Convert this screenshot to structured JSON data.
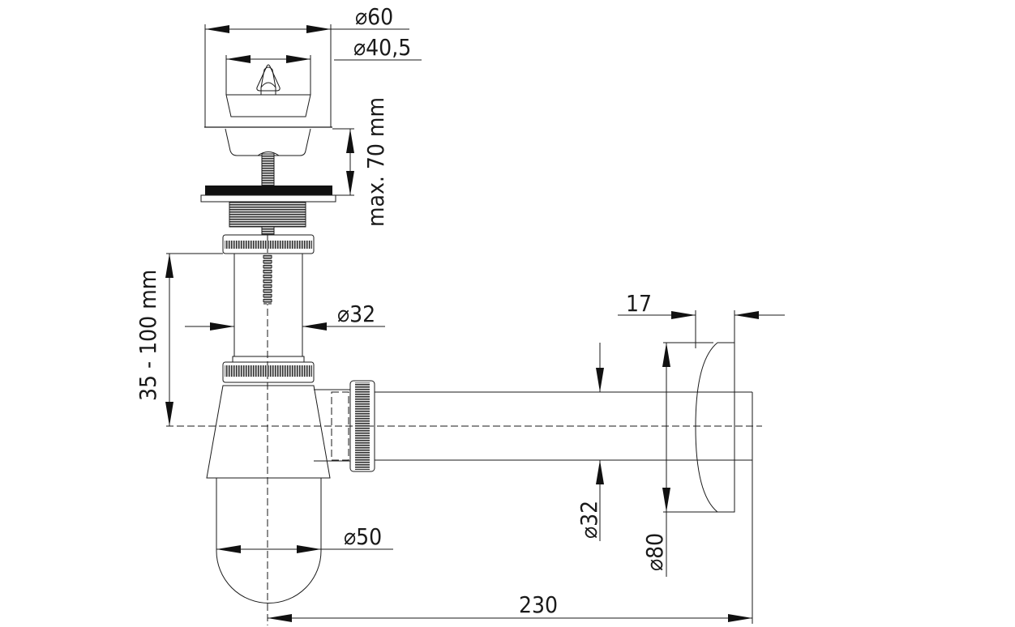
{
  "title": "Bottle trap dimensional drawing",
  "dimensions": {
    "flange_diameter": "⌀60",
    "stopper_diameter": "⌀40,5",
    "max_height": "max. 70 mm",
    "pipe_diameter_vertical": "⌀32",
    "adjust_range": "35 - 100 mm",
    "wall_flange_thickness": "17",
    "outlet_diameter": "⌀32",
    "rosette_diameter": "⌀80",
    "cup_diameter": "⌀50",
    "outlet_length": "230"
  },
  "colors": {
    "line": "#1a1a1a",
    "background": "#ffffff"
  }
}
